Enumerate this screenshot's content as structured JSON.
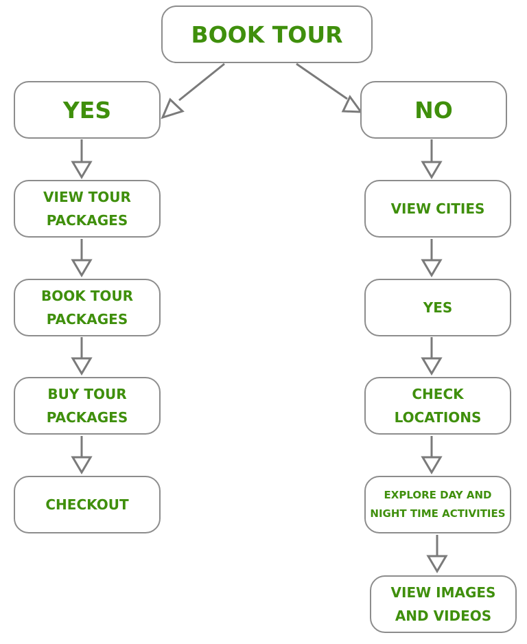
{
  "colors": {
    "text": "#3f8f0c",
    "border": "#8c8c8c",
    "arrow": "#7a7a7a",
    "background": "#ffffff"
  },
  "nodes": {
    "root": "BOOK TOUR",
    "yes": "YES",
    "no": "NO",
    "yes_branch": {
      "view_tour_packages": "VIEW TOUR PACKAGES",
      "book_tour_packages": "BOOK TOUR PACKAGES",
      "buy_tour_packages": "BUY TOUR PACKAGES",
      "checkout": "CHECKOUT"
    },
    "no_branch": {
      "view_cities": "VIEW CITIES",
      "yes": "YES",
      "check_locations": "CHECK LOCATIONS",
      "explore_activities": "EXPLORE DAY AND NIGHT TIME ACTIVITIES",
      "view_images_videos": "VIEW IMAGES AND VIDEOS"
    }
  },
  "edges": [
    [
      "root",
      "yes"
    ],
    [
      "root",
      "no"
    ],
    [
      "yes",
      "view_tour_packages"
    ],
    [
      "view_tour_packages",
      "book_tour_packages"
    ],
    [
      "book_tour_packages",
      "buy_tour_packages"
    ],
    [
      "buy_tour_packages",
      "checkout"
    ],
    [
      "no",
      "view_cities"
    ],
    [
      "view_cities",
      "no_yes"
    ],
    [
      "no_yes",
      "check_locations"
    ],
    [
      "check_locations",
      "explore_activities"
    ],
    [
      "explore_activities",
      "view_images_videos"
    ]
  ]
}
